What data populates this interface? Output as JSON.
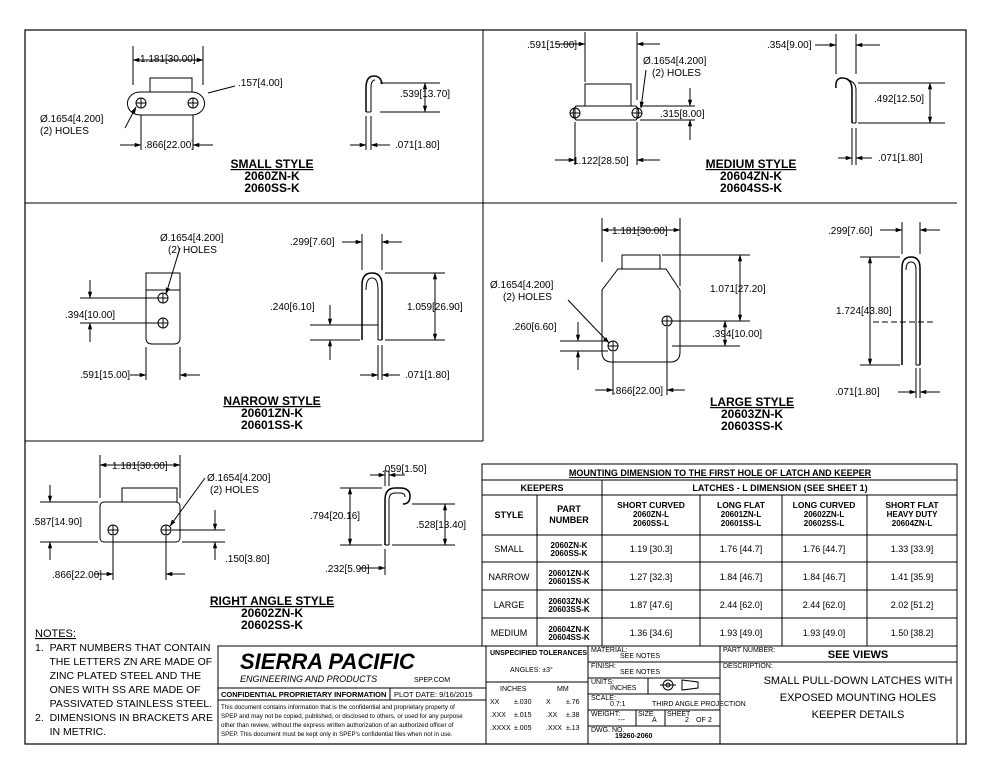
{
  "small": {
    "d1": "1.181[30.00]",
    "d2": ".157[4.00]",
    "hole1": "Ø.1654[4.200]",
    "hole2": "(2) HOLES",
    "d3": ".866[22.00]",
    "d4": ".539[13.70]",
    "d5": ".071[1.80]",
    "title": "SMALL STYLE",
    "pn1": "2060ZN-K",
    "pn2": "2060SS-K"
  },
  "medium": {
    "d1": ".591[15.00]",
    "hole1": "Ø.1654[4.200]",
    "hole2": "(2) HOLES",
    "d2": ".315[8.00]",
    "d3": "1.122[28.50]",
    "d4": ".354[9.00]",
    "d5": ".492[12.50]",
    "d6": ".071[1.80]",
    "title": "MEDIUM STYLE",
    "pn1": "20604ZN-K",
    "pn2": "20604SS-K"
  },
  "narrow": {
    "hole1": "Ø.1654[4.200]",
    "hole2": "(2) HOLES",
    "d1": ".394[10.00]",
    "d2": ".591[15.00]",
    "d3": ".299[7.60]",
    "d4": ".240[6.10]",
    "d5": "1.059[26.90]",
    "d6": ".071[1.80]",
    "title": "NARROW STYLE",
    "pn1": "20601ZN-K",
    "pn2": "20601SS-K"
  },
  "large": {
    "d1": "1.181[30.00]",
    "hole1": "Ø.1654[4.200]",
    "hole2": "(2) HOLES",
    "d2": "1.071[27.20]",
    "d3": ".260[6.60]",
    "d4": ".394[10.00]",
    "d5": ".866[22.00]",
    "d6": ".299[7.60]",
    "d7": "1.724[43.80]",
    "d8": ".071[1.80]",
    "title": "LARGE STYLE",
    "pn1": "20603ZN-K",
    "pn2": "20603SS-K"
  },
  "right_angle": {
    "d1": "1.181[30.00]",
    "hole1": "Ø.1654[4.200]",
    "hole2": "(2) HOLES",
    "d2": ".587[14.90]",
    "d3": ".150[3.80]",
    "d4": ".866[22.00]",
    "d5": ".059[1.50]",
    "d6": ".794[20.16]",
    "d7": ".528[13.40]",
    "d8": ".232[5.90]",
    "title": "RIGHT ANGLE STYLE",
    "pn1": "20602ZN-K",
    "pn2": "20602SS-K"
  },
  "table": {
    "title": "MOUNTING DIMENSION TO THE FIRST HOLE OF LATCH AND KEEPER",
    "keepers": "KEEPERS",
    "latches": "LATCHES - L DIMENSION (SEE SHEET 1)",
    "style": "STYLE",
    "part_number": [
      "PART",
      "NUMBER"
    ],
    "cols": [
      [
        "SHORT CURVED",
        "2060ZN-L",
        "2060SS-L"
      ],
      [
        "LONG FLAT",
        "20601ZN-L",
        "20601SS-L"
      ],
      [
        "LONG CURVED",
        "20602ZN-L",
        "20602SS-L"
      ],
      [
        "SHORT FLAT",
        "HEAVY DUTY",
        "20604ZN-L"
      ]
    ],
    "rows": [
      {
        "style": "SMALL",
        "pn": [
          "2060ZN-K",
          "2060SS-K"
        ],
        "v": [
          "1.19 [30.3]",
          "1.76 [44.7]",
          "1.76 [44.7]",
          "1.33 [33.9]"
        ]
      },
      {
        "style": "NARROW",
        "pn": [
          "20601ZN-K",
          "20601SS-K"
        ],
        "v": [
          "1.27 [32.3]",
          "1.84 [46.7]",
          "1.84 [46.7]",
          "1.41 [35.9]"
        ]
      },
      {
        "style": "LARGE",
        "pn": [
          "20603ZN-K",
          "20603SS-K"
        ],
        "v": [
          "1.87 [47.6]",
          "2.44 [62.0]",
          "2.44 [62.0]",
          "2.02 [51.2]"
        ]
      },
      {
        "style": "MEDIUM",
        "pn": [
          "20604ZN-K",
          "20604SS-K"
        ],
        "v": [
          "1.36 [34.6]",
          "1.93 [49.0]",
          "1.93 [49.0]",
          "1.50 [38.2]"
        ]
      }
    ]
  },
  "notes": {
    "heading": "NOTES:",
    "lines": [
      "1.  PART NUMBERS THAT CONTAIN",
      "     THE LETTERS ZN ARE MADE OF",
      "     ZINC PLATED STEEL AND THE",
      "     ONES WITH SS ARE MADE OF",
      "     PASSIVATED STAINLESS STEEL.",
      "2.  DIMENSIONS IN BRACKETS ARE",
      "     IN METRIC."
    ]
  },
  "title_block": {
    "company": "SIERRA PACIFIC",
    "subtitle": "ENGINEERING AND PRODUCTS",
    "website": "SPEP.COM",
    "confidential": "CONFIDENTIAL PROPRIETARY INFORMATION",
    "plot_date": "PLOT DATE: 9/16/2015",
    "legal": [
      "This document contains information that is the confidential and proprietary property of",
      "SPEP and may not be copied, published, or disclosed to others, or used for any purpose",
      "other than review, without the express written authorization of an authorized officer of",
      "SPEP. This document must be kept only in SPEP's confidential files when not in use."
    ],
    "tolerances": "UNSPECIFIED TOLERANCES",
    "angles": "ANGLES: ±3°",
    "inches": "INCHES",
    "mm": "MM",
    "tol_rows": [
      [
        "XX",
        "±.030",
        "X",
        "±.76"
      ],
      [
        ".XXX",
        "±.015",
        ".XX",
        "±.38"
      ],
      [
        ".XXXX",
        "±.005",
        ".XXX",
        "±.13"
      ]
    ],
    "material_lbl": "MATERIAL:",
    "material": "SEE NOTES",
    "finish_lbl": "FINISH:",
    "finish": "SEE NOTES",
    "units_lbl": "UNITS:",
    "units": "INCHES",
    "scale_lbl": "SCALE:",
    "scale": "0.7:1",
    "projection": "THIRD ANGLE PROJECTION",
    "weight_lbl": "WEIGHT:",
    "weight": "---",
    "size_lbl": "SIZE",
    "size": "A",
    "sheet_lbl": "SHEET",
    "sheet": "2",
    "of_lbl": "OF",
    "of": "2",
    "dwg_lbl": "DWG. NO.",
    "dwg": "19260-2060",
    "partnum_lbl": "PART NUMBER:",
    "partnum": "SEE VIEWS",
    "desc_lbl": "DESCRIPTION:",
    "desc": [
      "SMALL PULL-DOWN LATCHES WITH",
      "EXPOSED MOUNTING HOLES",
      "KEEPER DETAILS"
    ]
  }
}
